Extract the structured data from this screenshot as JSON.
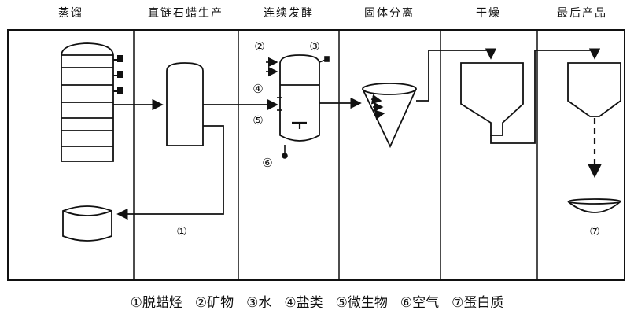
{
  "stages": [
    "蒸馏",
    "直链石蜡生产",
    "连续发酵",
    "固体分离",
    "干燥",
    "最后产品"
  ],
  "markers": [
    "①",
    "②",
    "③",
    "④",
    "⑤",
    "⑥",
    "⑦"
  ],
  "legend": [
    "①脱蜡烃",
    "②矿物",
    "③水",
    "④盐类",
    "⑤微生物",
    "⑥空气",
    "⑦蛋白质"
  ]
}
